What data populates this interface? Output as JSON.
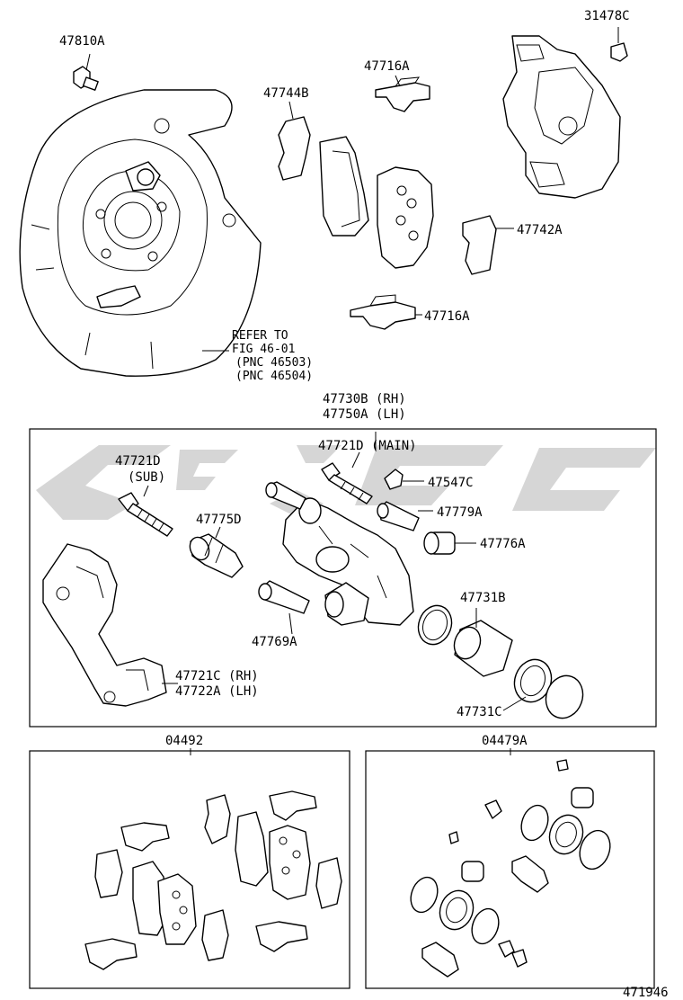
{
  "diagram": {
    "figure_number": "471946",
    "labels": {
      "p47810A": "47810A",
      "p31478C": "31478C",
      "p47716A_top": "47716A",
      "p47744B": "47744B",
      "p47742A": "47742A",
      "p47716A_bottom": "47716A",
      "refer_line1": "REFER TO",
      "refer_line2": "FIG 46-01",
      "refer_line3": "(PNC 46503)",
      "refer_line4": "(PNC 46504)",
      "p47730B": "47730B (RH)",
      "p47750A": "47750A (LH)",
      "p47721D_sub_1": "47721D",
      "p47721D_sub_2": "(SUB)",
      "p47721D_main": "47721D (MAIN)",
      "p47547C": "47547C",
      "p47779A": "47779A",
      "p47776A": "47776A",
      "p47775D": "47775D",
      "p47731B": "47731B",
      "p47769A": "47769A",
      "p47721C": "47721C (RH)",
      "p47722A": "47722A (LH)",
      "p47731C": "47731C",
      "kit_04492": "04492",
      "kit_04479A": "04479A"
    }
  },
  "colors": {
    "line": "#000000",
    "background": "#ffffff",
    "watermark": "#cfcfcf"
  }
}
